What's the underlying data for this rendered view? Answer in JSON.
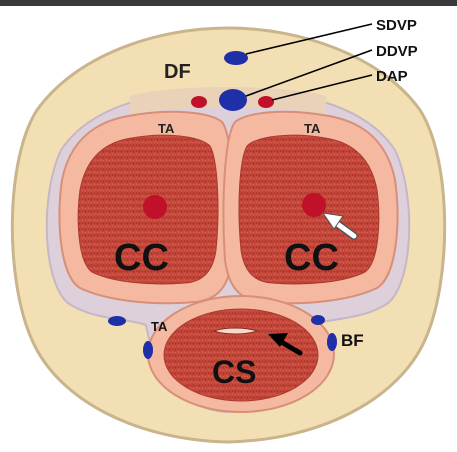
{
  "labels": {
    "sdvp": "SDVP",
    "ddvp": "DDVP",
    "dap": "DAP",
    "df": "DF",
    "ta_left": "TA",
    "ta_right": "TA",
    "ta_bottom": "TA",
    "cc_left": "CC",
    "cc_right": "CC",
    "cs": "CS",
    "bf": "BF"
  },
  "colors": {
    "outer_skin": "#f3dfb4",
    "outer_skin_edge": "#c9b48c",
    "buck_fascia": "#ddd0da",
    "tunica": "#f4b9a0",
    "tunica_edge": "#d88f78",
    "erectile": "#c3463a",
    "artery": "#c0102a",
    "vein": "#1f2fa8",
    "leader": "#000000"
  },
  "icons": {
    "white_arrow": "white-arrow-icon",
    "black_arrow": "black-arrow-icon"
  }
}
